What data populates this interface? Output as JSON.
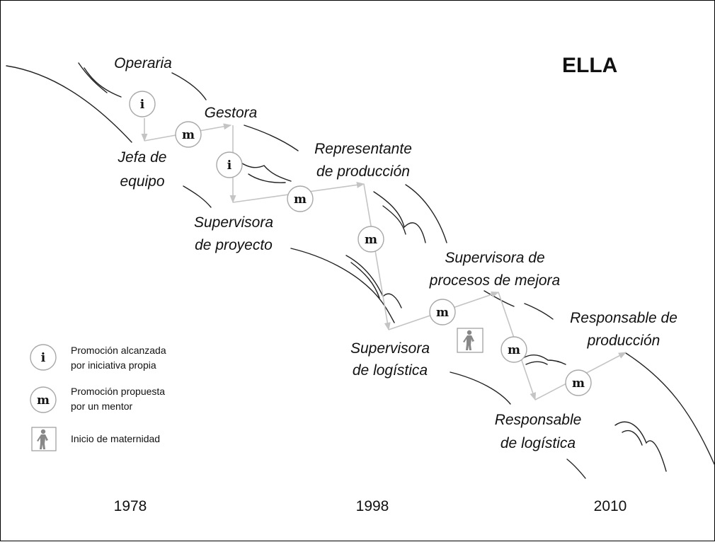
{
  "title": "ELLA",
  "roles": {
    "operaria": "Operaria",
    "jefa1": "Jefa de",
    "jefa2": "equipo",
    "gestora": "Gestora",
    "rep1": "Representante",
    "rep2": "de producción",
    "supproy1": "Supervisora",
    "supproy2": "de proyecto",
    "suplog1": "Supervisora",
    "suplog2": "de logística",
    "supmej1": "Supervisora de",
    "supmej2": "procesos de mejora",
    "resplog1": "Responsable",
    "resplog2": "de logística",
    "respprod1": "Responsable de",
    "respprod2": "producción"
  },
  "badges": {
    "initiative": "i",
    "mentor": "m"
  },
  "legend": {
    "initiative_line1": "Promoción alcanzada",
    "initiative_line2": "por iniciativa propia",
    "mentor_line1": "Promoción propuesta",
    "mentor_line2": "por un mentor",
    "maternity": "Inicio de maternidad"
  },
  "years": [
    "1978",
    "1998",
    "2010"
  ],
  "icons": {
    "maternity": "pregnant-woman-icon"
  }
}
